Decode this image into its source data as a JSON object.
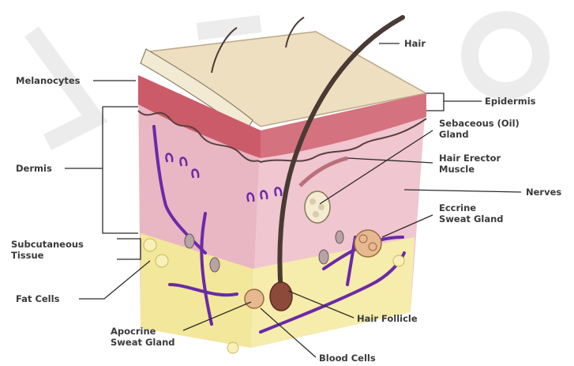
{
  "colors": {
    "epidermis_top": "#eedfc0",
    "epidermis_layer": "#c9515f",
    "dermis": "#e9b7c4",
    "subcutaneous": "#f2e79a",
    "vessels": "#6a2aa8",
    "hair": "#4a3a34",
    "leader_line": "#2b2b2b",
    "watermark": "#eaeaea"
  },
  "labels": {
    "hair": "Hair",
    "melanocytes": "Melanocytes",
    "epidermis": "Epidermis",
    "sebaceous": "Sebaceous (Oil)\nGland",
    "hair_erector": "Hair Erector\nMuscle",
    "dermis": "Dermis",
    "nerves": "Nerves",
    "eccrine": "Eccrine\nSweat Gland",
    "subcutaneous": "Subcutaneous\nTissue",
    "fat_cells": "Fat Cells",
    "hair_follicle": "Hair Follicle",
    "apocrine": "Apocrine\nSweat Gland",
    "blood_cells": "Blood Cells"
  }
}
